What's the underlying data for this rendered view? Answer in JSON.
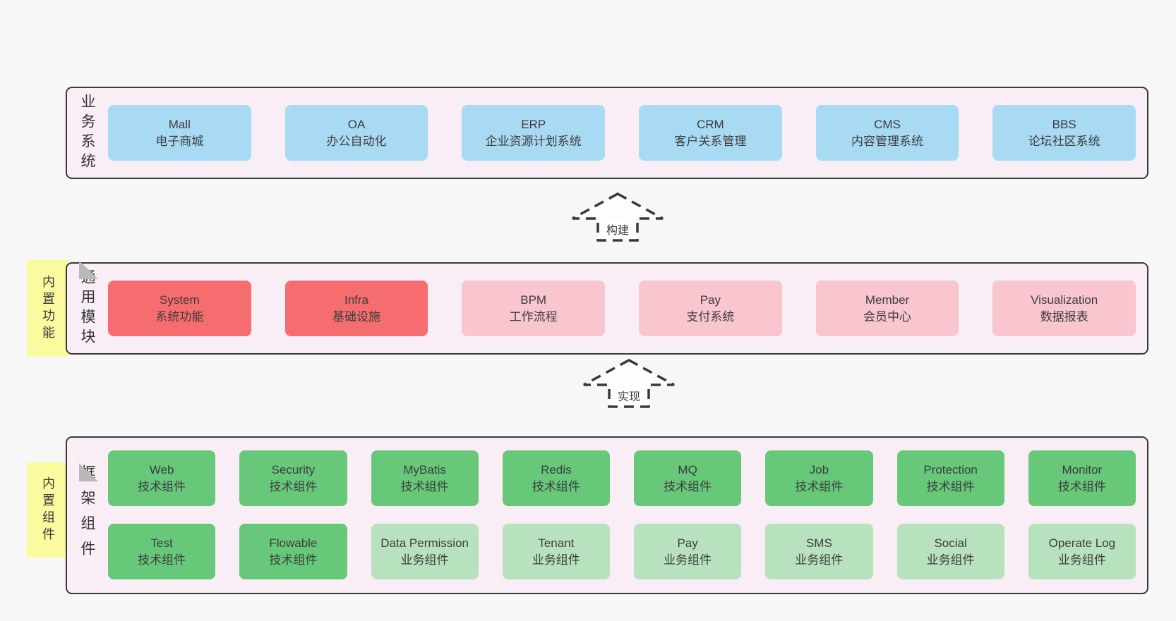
{
  "colors": {
    "page_bg": "#f7f7f7",
    "container_bg": "#f9edf6",
    "container_border": "#3a3a3a",
    "box_blue": "#a8daf3",
    "box_red": "#f66d6f",
    "box_pink": "#f9c5ce",
    "box_green": "#67c87a",
    "box_lightgreen": "#b8e2bd",
    "note_yellow": "#fbfa9e",
    "note_fold_gray": "#b9b9b9",
    "text": "#3d3d3d"
  },
  "arrows": [
    {
      "label": "构建"
    },
    {
      "label": "实现"
    }
  ],
  "notes": [
    {
      "text": "内置功能"
    },
    {
      "text": "内置组件"
    }
  ],
  "sections": {
    "business": {
      "side_label": "业务系统",
      "boxes": [
        {
          "title": "Mall",
          "subtitle": "电子商城",
          "variant": "blue"
        },
        {
          "title": "OA",
          "subtitle": "办公自动化",
          "variant": "blue"
        },
        {
          "title": "ERP",
          "subtitle": "企业资源计划系统",
          "variant": "blue"
        },
        {
          "title": "CRM",
          "subtitle": "客户关系管理",
          "variant": "blue"
        },
        {
          "title": "CMS",
          "subtitle": "内容管理系统",
          "variant": "blue"
        },
        {
          "title": "BBS",
          "subtitle": "论坛社区系统",
          "variant": "blue"
        }
      ]
    },
    "modules": {
      "side_label": "通用模块",
      "boxes": [
        {
          "title": "System",
          "subtitle": "系统功能",
          "variant": "red"
        },
        {
          "title": "Infra",
          "subtitle": "基础设施",
          "variant": "red"
        },
        {
          "title": "BPM",
          "subtitle": "工作流程",
          "variant": "pink"
        },
        {
          "title": "Pay",
          "subtitle": "支付系统",
          "variant": "pink"
        },
        {
          "title": "Member",
          "subtitle": "会员中心",
          "variant": "pink"
        },
        {
          "title": "Visualization",
          "subtitle": "数据报表",
          "variant": "pink"
        }
      ]
    },
    "framework": {
      "side_label": "框架组件",
      "rows": [
        [
          {
            "title": "Web",
            "subtitle": "技术组件",
            "variant": "green"
          },
          {
            "title": "Security",
            "subtitle": "技术组件",
            "variant": "green"
          },
          {
            "title": "MyBatis",
            "subtitle": "技术组件",
            "variant": "green"
          },
          {
            "title": "Redis",
            "subtitle": "技术组件",
            "variant": "green"
          },
          {
            "title": "MQ",
            "subtitle": "技术组件",
            "variant": "green"
          },
          {
            "title": "Job",
            "subtitle": "技术组件",
            "variant": "green"
          },
          {
            "title": "Protection",
            "subtitle": "技术组件",
            "variant": "green"
          },
          {
            "title": "Monitor",
            "subtitle": "技术组件",
            "variant": "green"
          }
        ],
        [
          {
            "title": "Test",
            "subtitle": "技术组件",
            "variant": "green"
          },
          {
            "title": "Flowable",
            "subtitle": "技术组件",
            "variant": "green"
          },
          {
            "title": "Data Permission",
            "subtitle": "业务组件",
            "variant": "lightgreen"
          },
          {
            "title": "Tenant",
            "subtitle": "业务组件",
            "variant": "lightgreen"
          },
          {
            "title": "Pay",
            "subtitle": "业务组件",
            "variant": "lightgreen"
          },
          {
            "title": "SMS",
            "subtitle": "业务组件",
            "variant": "lightgreen"
          },
          {
            "title": "Social",
            "subtitle": "业务组件",
            "variant": "lightgreen"
          },
          {
            "title": "Operate Log",
            "subtitle": "业务组件",
            "variant": "lightgreen"
          }
        ]
      ]
    }
  }
}
